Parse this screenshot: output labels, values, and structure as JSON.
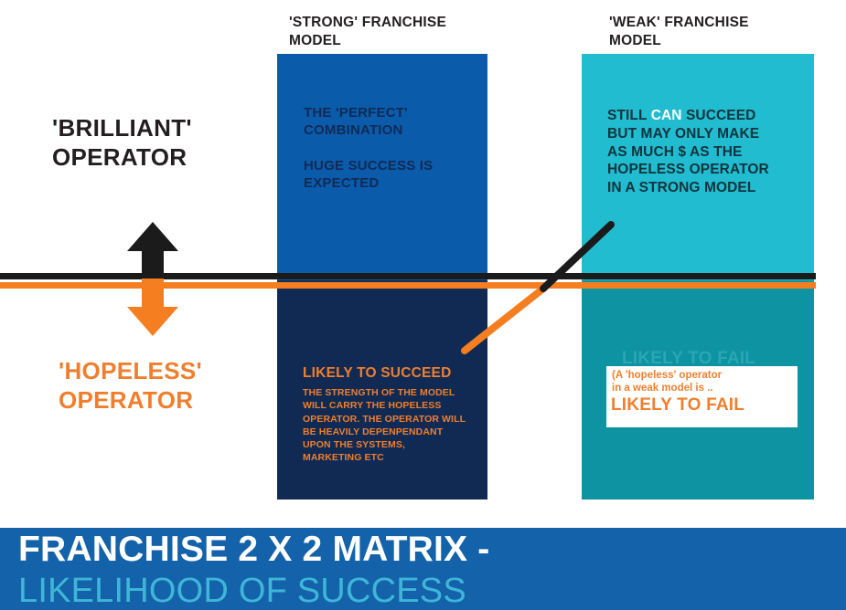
{
  "slide": {
    "background": "#ffffff",
    "columns": {
      "strong_header": "'STRONG' FRANCHISE\nMODEL",
      "weak_header": "'WEAK' FRANCHISE\nMODEL"
    },
    "row_labels": {
      "top": "'BRILLIANT'\nOPERATOR",
      "bottom": "'HOPELESS'\nOPERATOR"
    },
    "quadrants": {
      "strong_brilliant": {
        "color": "#0a5cab",
        "text": "THE 'PERFECT'\nCOMBINATION\n\nHUGE SUCCESS IS\nEXPECTED"
      },
      "weak_brilliant": {
        "color": "#22bcd0",
        "text_before": "STILL ",
        "highlight": "CAN",
        "text_after": " SUCCEED\nBUT MAY ONLY MAKE\nAS MUCH $ AS THE\nHOPELESS OPERATOR\nIN A STRONG MODEL",
        "highlight_color": "#ffffff"
      },
      "strong_hopeless": {
        "color": "#102a54",
        "heading": "LIKELY TO SUCCEED",
        "body": "THE STRENGTH OF THE MODEL\nWILL CARRY THE HOPELESS\nOPERATOR. THE OPERATOR WILL\nBE HEAVILY DEPENPENDANT\nUPON THE SYSTEMS,\nMARKETING ETC",
        "text_color": "#ef7f2e"
      },
      "weak_hopeless": {
        "color": "#0e93a3",
        "callout_small": "(A 'hopeless' operator\nin a weak model is ..",
        "callout_large": "LIKELY TO FAIL",
        "ghost_text": "LIKELY TO FAIL",
        "callout_bg": "#ffffff",
        "text_color": "#ef7f2e"
      }
    },
    "dividers": {
      "black_rule_color": "#1b1b1b",
      "orange_rule_color": "#f57f20"
    },
    "arrows": {
      "up_color": "#1b1b1b",
      "down_color": "#f57f20",
      "up_name": "up-arrow",
      "down_name": "down-arrow"
    },
    "diagonal": {
      "upper_color": "#1b1b1b",
      "lower_color": "#f57f20"
    },
    "banner": {
      "title": "FRANCHISE 2 X 2 MATRIX -",
      "subtitle": "LIKELIHOOD OF SUCCESS",
      "bg": "#1362aa",
      "title_color": "#ffffff",
      "subtitle_color": "#3fb6d8"
    }
  }
}
